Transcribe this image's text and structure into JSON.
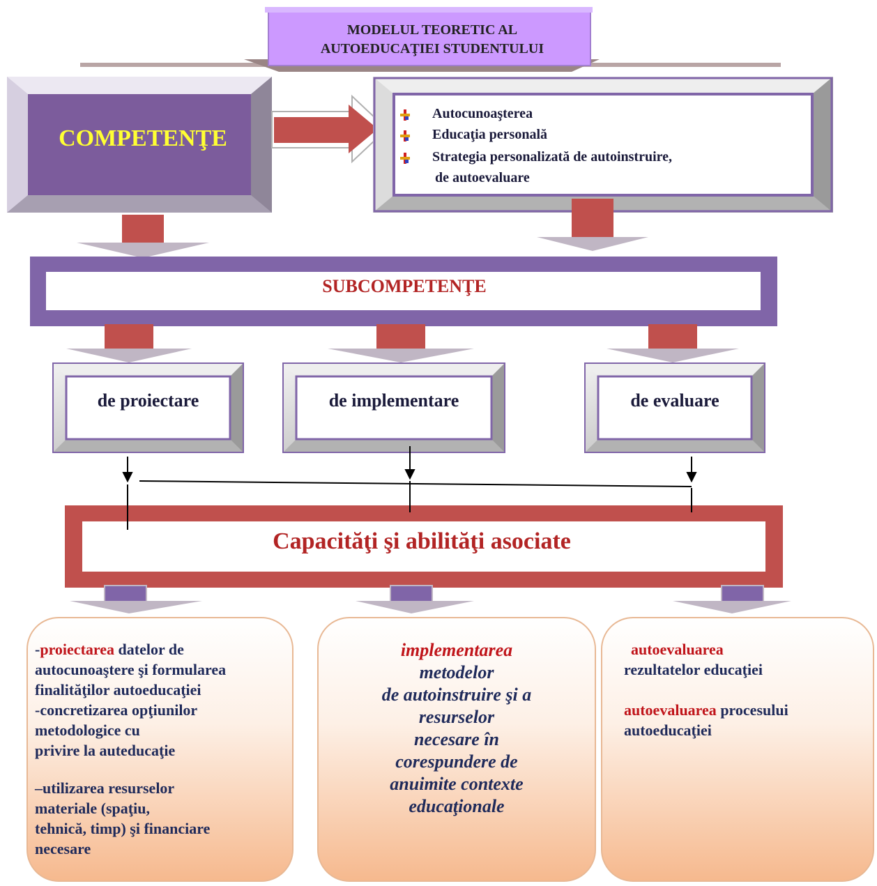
{
  "title": {
    "line1": "MODELUL TEORETIC AL",
    "line2": "AUTOEDUCAŢIEI STUDENTULUI"
  },
  "competente": "COMPETENŢE",
  "components": [
    {
      "label": "Autocunoaşterea"
    },
    {
      "label": "Educaţia  personală"
    },
    {
      "label": "Strategia personalizată de autoinstruire,"
    },
    {
      "label": "de autoevaluare"
    }
  ],
  "subcompetente": "SUBCOMPETENŢE",
  "phases": [
    "de proiectare",
    "de implementare",
    "de evaluare"
  ],
  "capacitati": "Capacităţi şi abilităţi asociate",
  "cards": {
    "left": {
      "l1a": "-",
      "l1b": "proiectarea",
      "l1c": " datelor de",
      "l2": "autocunoaştere şi formularea",
      "l3": "finalităţilor autoeducaţiei",
      "l4": "-concretizarea  opţiunilor",
      "l5": "metodologice cu",
      "l6": "privire la auteducaţie",
      "l7": "–utilizarea resurselor",
      "l8": "materiale (spaţiu,",
      "l9": "tehnică, timp) şi financiare",
      "l10": "necesare"
    },
    "middle": {
      "l1": "implementarea",
      "l2": "metodelor",
      "l3": "de autoinstruire şi a",
      "l4": "resurselor",
      "l5": "necesare în",
      "l6": "corespundere  de",
      "l7": "anuimite contexte",
      "l8": "educaţionale"
    },
    "right": {
      "l1": "autoevaluarea",
      "l2": "rezultatelor  educaţiei",
      "l3a": "autoevaluarea",
      "l3b": " procesului",
      "l4": "autoeducaţiei"
    }
  },
  "colors": {
    "purple": "#8065a8",
    "darkPurple": "#7c5c9c",
    "red": "#c0504d",
    "violet": "#cc99ff",
    "yellow": "#ffff33",
    "textRed": "#b22424"
  }
}
